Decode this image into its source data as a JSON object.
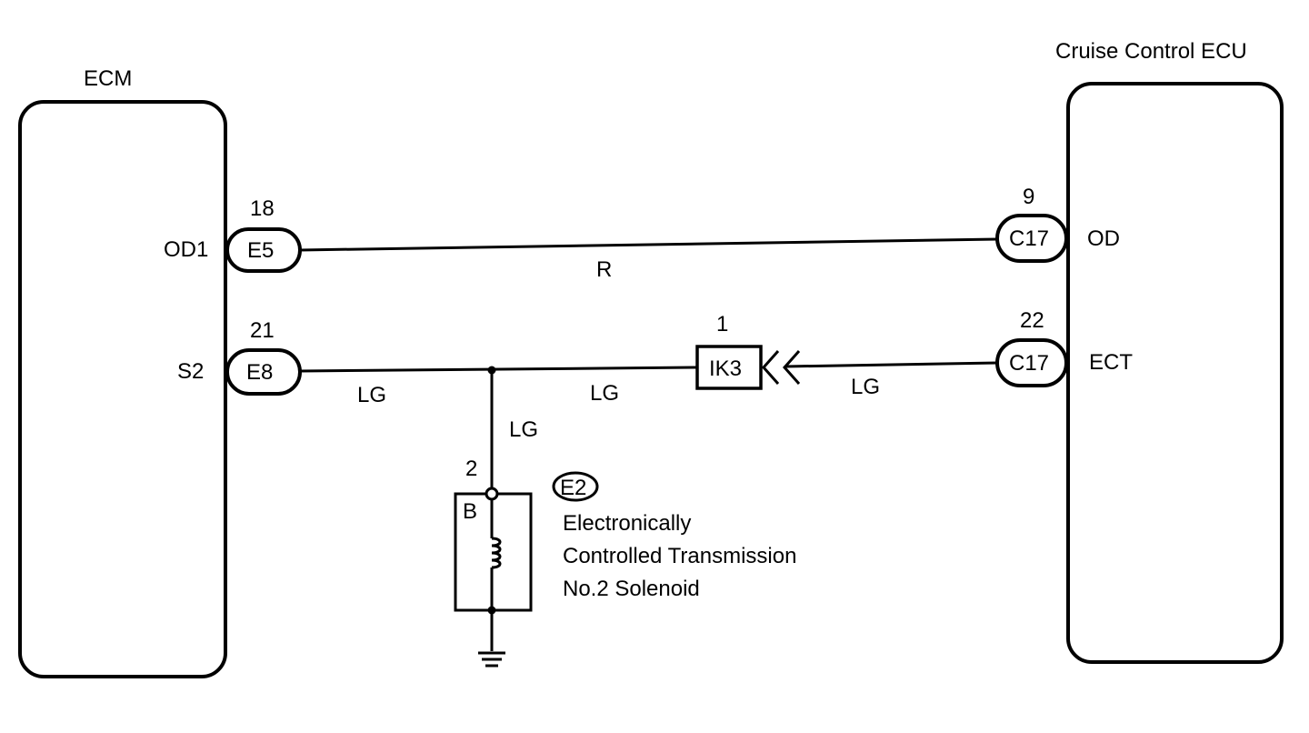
{
  "components": {
    "ecm": {
      "title": "ECM",
      "pins": {
        "od1": "OD1",
        "s2": "S2"
      }
    },
    "cruise_ecu": {
      "title": "Cruise Control ECU",
      "pins": {
        "od": "OD",
        "ect": "ECT"
      }
    }
  },
  "connectors": {
    "e5": {
      "id": "E5",
      "pin": "18"
    },
    "e8": {
      "id": "E8",
      "pin": "21"
    },
    "c17_od": {
      "id": "C17",
      "pin": "9"
    },
    "c17_ect": {
      "id": "C17",
      "pin": "22"
    },
    "ik3": {
      "id": "IK3",
      "pin": "1"
    }
  },
  "wires": {
    "od_wire_color": "R",
    "s2_wire_color_left": "LG",
    "s2_wire_color_mid": "LG",
    "s2_wire_color_drop": "LG",
    "ect_wire_color": "LG"
  },
  "solenoid": {
    "connector_id": "E2",
    "pin": "2",
    "terminal": "B",
    "name_lines": [
      "Electronically",
      "Controlled Transmission",
      "No.2 Solenoid"
    ]
  }
}
